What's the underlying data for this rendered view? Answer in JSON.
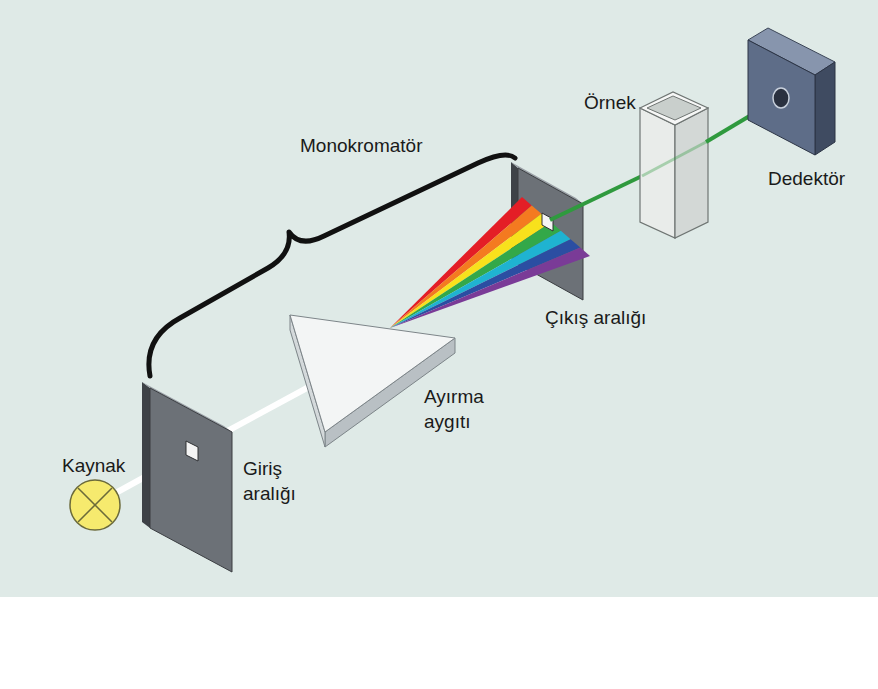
{
  "diagram": {
    "labels": [
      "Monokromatör",
      "Örnek",
      "Dedektör",
      "Çıkış aralığı",
      "Ayırma aygıtı",
      "Kaynak",
      "Giriş aralığı"
    ]
  }
}
